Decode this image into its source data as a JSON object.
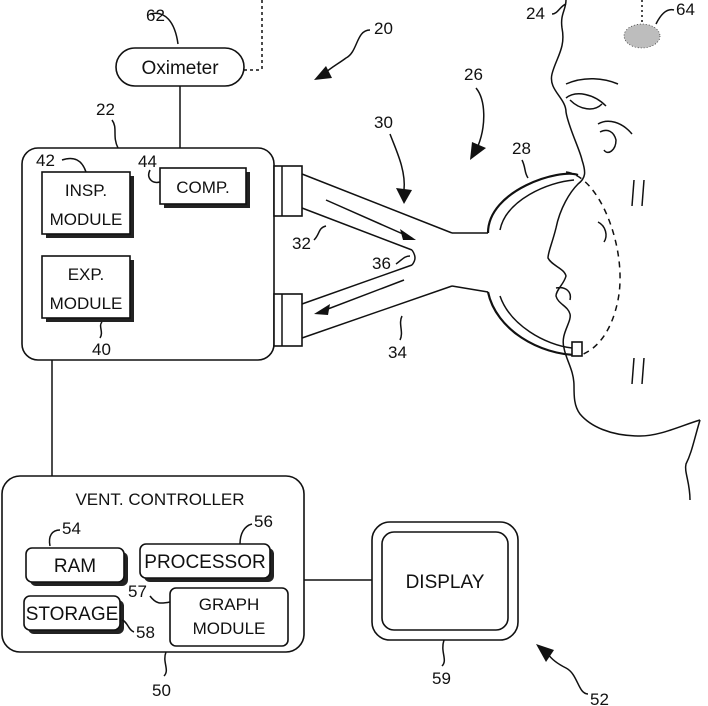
{
  "colors": {
    "ink": "#111111",
    "sensor_fill": "#bdbdbd"
  },
  "ref": {
    "r20": "20",
    "r22": "22",
    "r24": "24",
    "r26": "26",
    "r28": "28",
    "r30": "30",
    "r32": "32",
    "r34": "34",
    "r36": "36",
    "r40": "40",
    "r42": "42",
    "r44": "44",
    "r50": "50",
    "r52": "52",
    "r54": "54",
    "r56": "56",
    "r57": "57",
    "r58": "58",
    "r59": "59",
    "r62": "62",
    "r64": "64"
  },
  "boxes": {
    "oximeter": "Oximeter",
    "insp_line1": "INSP.",
    "insp_line2": "MODULE",
    "comp": "COMP.",
    "exp_line1": "EXP.",
    "exp_line2": "MODULE",
    "vent_controller": "VENT. CONTROLLER",
    "ram": "RAM",
    "processor": "PROCESSOR",
    "storage": "STORAGE",
    "graph_line1": "GRAPH",
    "graph_line2": "MODULE",
    "display": "DISPLAY"
  }
}
